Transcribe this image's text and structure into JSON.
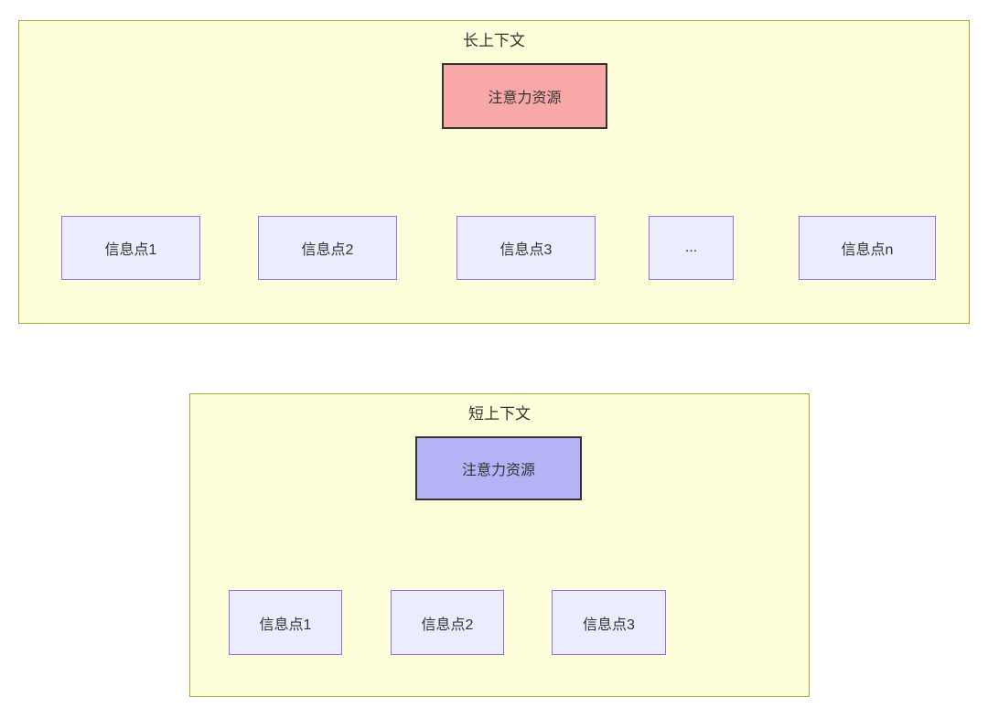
{
  "diagrams": {
    "long": {
      "title": "长上下文",
      "attention_label": "注意力资源",
      "nodes": [
        "信息点1",
        "信息点2",
        "信息点3",
        "...",
        "信息点n"
      ]
    },
    "short": {
      "title": "短上下文",
      "attention_label": "注意力资源",
      "nodes": [
        "信息点1",
        "信息点2",
        "信息点3"
      ]
    }
  },
  "colors": {
    "cluster_bg": "#fdfdda",
    "cluster_border": "#a9a93a",
    "attention_long_bg": "#f9a8a8",
    "attention_short_bg": "#b3b3f5",
    "attention_border": "#333333",
    "info_bg": "#ececff",
    "info_border": "#9370db",
    "arrow": "#333333"
  }
}
